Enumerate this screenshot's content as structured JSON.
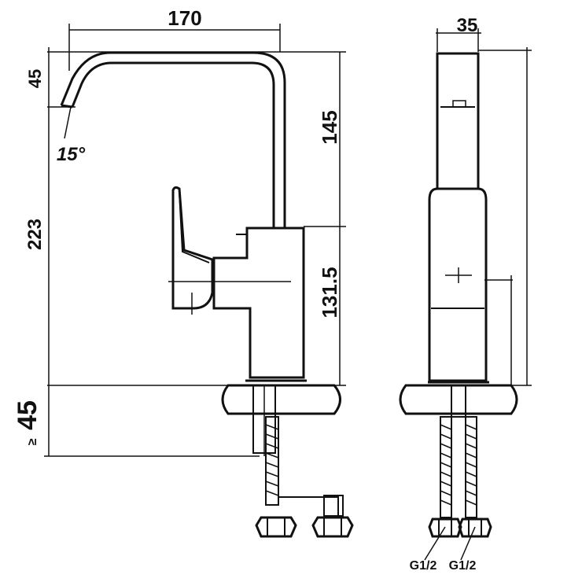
{
  "dimensions": {
    "top_width": "170",
    "side_width": "35",
    "spout_drop": "45",
    "spout_angle": "15°",
    "spout_height": "145",
    "total_height": "223",
    "body_height": "131.5",
    "counter_thickness": "45",
    "counter_prefix": "≥"
  },
  "connections": {
    "left": "G1/2",
    "right": "G1/2"
  },
  "colors": {
    "line": "#111111",
    "background": "#ffffff"
  }
}
